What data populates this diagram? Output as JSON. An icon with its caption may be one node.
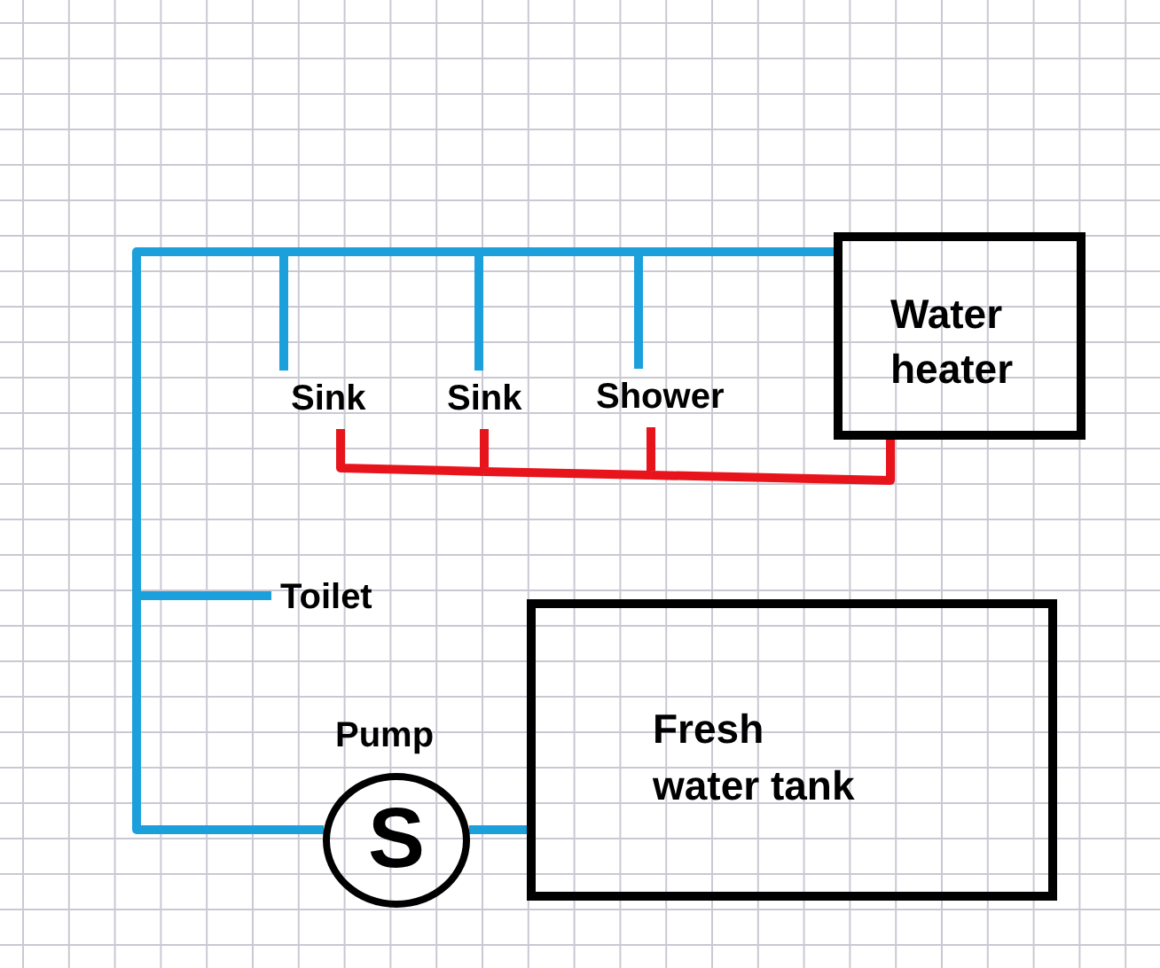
{
  "diagram": {
    "nodes": [
      {
        "text": [
          "Water heater"
        ]
      },
      {
        "text": [
          "Sink"
        ]
      },
      {
        "text": [
          "Sink"
        ]
      },
      {
        "text": [
          "Shower"
        ]
      },
      {
        "text": [
          "Toilet"
        ]
      },
      {
        "text": [
          "Fresh water tank"
        ]
      },
      {
        "text": [
          "S"
        ],
        "beside": [
          "Pump"
        ]
      }
    ],
    "edges": [
      {
        "from": 5,
        "to": 6,
        "arrow": "none"
      },
      {
        "from": 6,
        "to": 4,
        "arrow": "none"
      },
      {
        "from": 6,
        "to": 1,
        "arrow": "none"
      },
      {
        "from": 6,
        "to": 2,
        "arrow": "none"
      },
      {
        "from": 6,
        "to": 3,
        "arrow": "none"
      },
      {
        "from": 6,
        "to": 0,
        "arrow": "none"
      },
      {
        "from": 0,
        "to": 1,
        "arrow": "none",
        "color": "#e8141c"
      },
      {
        "from": 0,
        "to": 2,
        "arrow": "none",
        "color": "#e8141c"
      },
      {
        "from": 0,
        "to": 3,
        "arrow": "none",
        "color": "#e8141c"
      }
    ]
  }
}
